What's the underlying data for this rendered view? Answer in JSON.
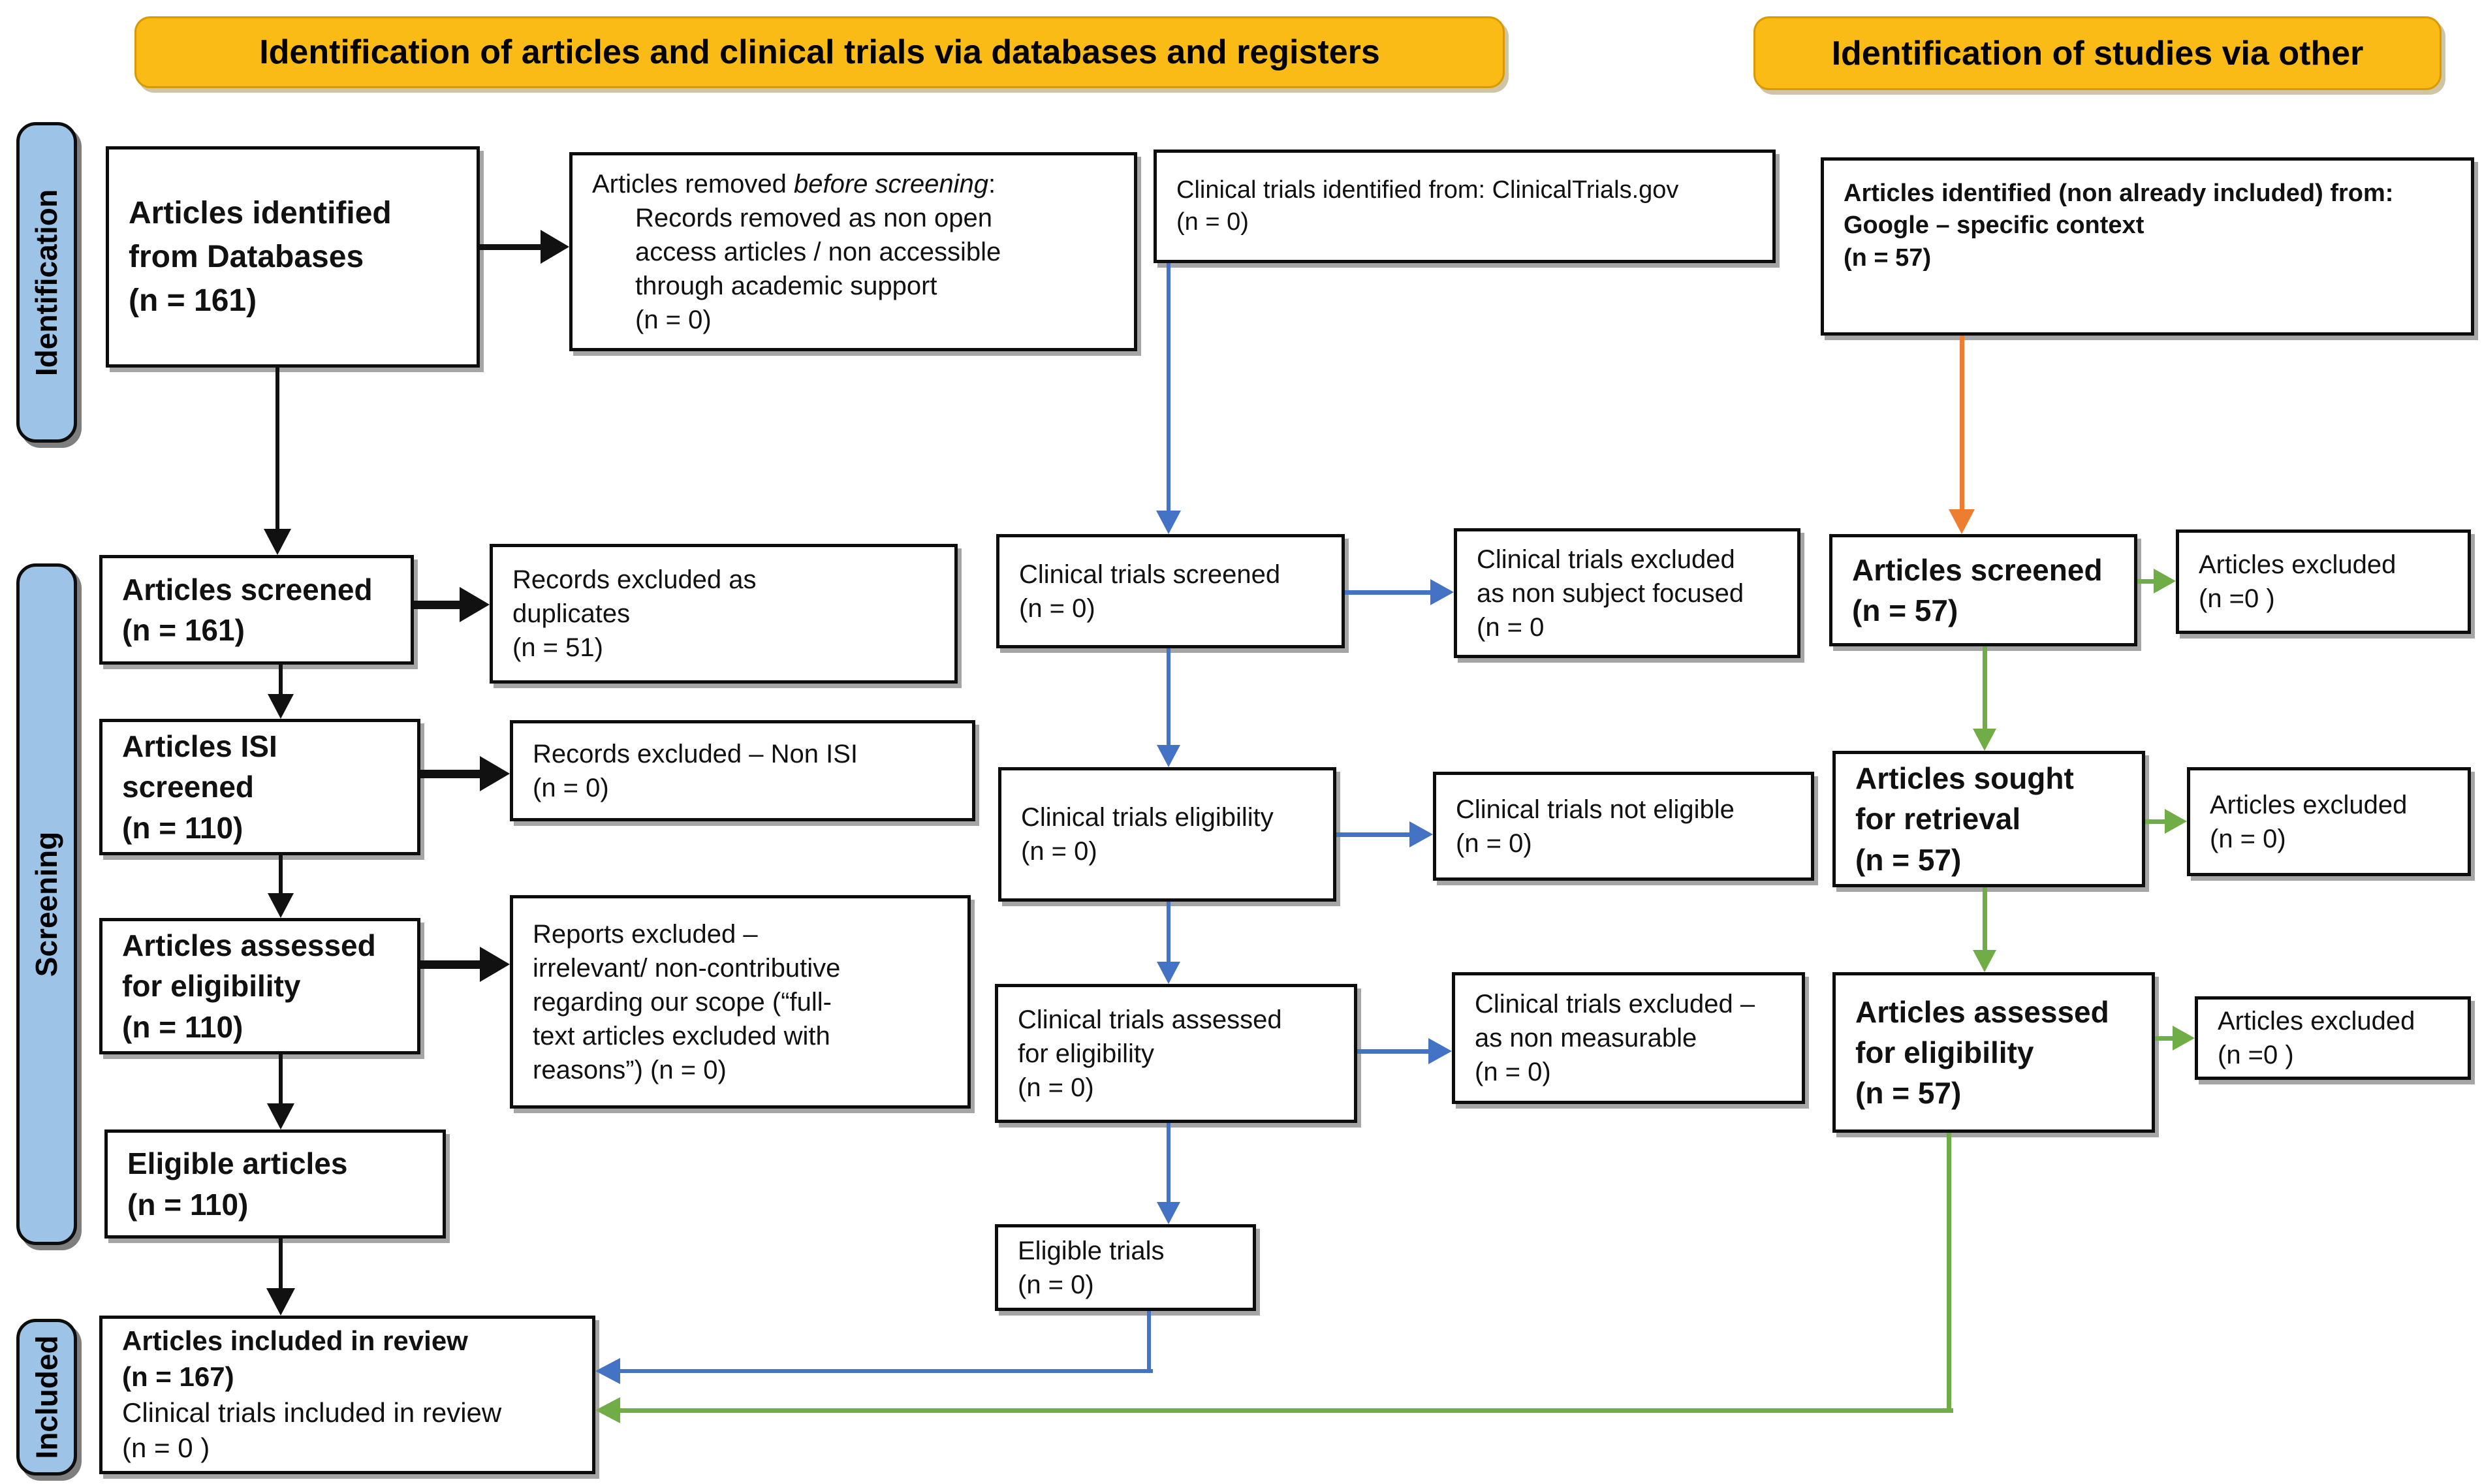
{
  "banners": {
    "left": "Identification of articles and clinical trials via databases and registers",
    "right": "Identification of studies via other"
  },
  "sidebar": {
    "identification": "Identification",
    "screening": "Screening",
    "included": "Included"
  },
  "boxes": {
    "articles_identified": {
      "lines": [
        "Articles identified",
        "from Databases",
        "(n = 161)"
      ]
    },
    "articles_removed": {
      "title_prefix": "Articles removed ",
      "title_italic": "before screening",
      "title_suffix": ":",
      "lines": [
        "Records removed as non open",
        "access articles / non accessible",
        "through academic support",
        "(n = 0)"
      ]
    },
    "trials_identified": {
      "lines": [
        "Clinical trials identified from: ClinicalTrials.gov",
        "(n = 0)"
      ]
    },
    "google_identified": {
      "lines": [
        "Articles identified (non already included) from:",
        "Google – specific context",
        "(n = 57)"
      ]
    },
    "articles_screened": {
      "lines": [
        "Articles screened",
        "(n = 161)"
      ]
    },
    "records_excluded_duplicates": {
      "lines": [
        "Records excluded as",
        "duplicates",
        "(n = 51)"
      ]
    },
    "articles_isi_screened": {
      "lines": [
        "Articles ISI",
        "screened",
        "(n = 110)"
      ]
    },
    "records_excluded_non_isi": {
      "lines": [
        "Records excluded – Non ISI",
        "(n = 0)"
      ]
    },
    "articles_assessed": {
      "lines": [
        "Articles assessed",
        "for eligibility",
        "(n = 110)"
      ]
    },
    "reports_excluded": {
      "lines": [
        "Reports excluded –",
        "irrelevant/ non-contributive",
        "regarding our scope (“full-",
        "text articles excluded with",
        "reasons”) (n = 0)"
      ]
    },
    "eligible_articles": {
      "lines": [
        "Eligible articles",
        "(n = 110)"
      ]
    },
    "included_review": {
      "bold_lines": [
        "Articles included in review",
        "(n = 167)"
      ],
      "normal_lines": [
        "Clinical trials included in review",
        "(n = 0 )"
      ]
    },
    "trials_screened": {
      "lines": [
        "Clinical trials screened",
        "(n = 0)"
      ]
    },
    "trials_excluded_subject": {
      "lines": [
        "Clinical trials excluded",
        "as non subject focused",
        "(n = 0"
      ]
    },
    "trials_eligibility": {
      "lines": [
        "Clinical trials eligibility",
        "(n = 0)"
      ]
    },
    "trials_not_eligible": {
      "lines": [
        "Clinical trials not eligible",
        "(n =  0)"
      ]
    },
    "trials_assessed": {
      "lines": [
        "Clinical trials assessed",
        "for eligibility",
        "(n = 0)"
      ]
    },
    "trials_excluded_measurable": {
      "lines": [
        "Clinical trials excluded –",
        "as non measurable",
        "(n = 0)"
      ]
    },
    "eligible_trials": {
      "lines": [
        "Eligible trials",
        "(n = 0)"
      ]
    },
    "articles_screened_other": {
      "lines": [
        "Articles screened",
        "(n = 57)"
      ]
    },
    "articles_excluded_1": {
      "lines": [
        "Articles excluded",
        "(n =0 )"
      ]
    },
    "articles_sought": {
      "lines": [
        "Articles sought",
        "for retrieval",
        "(n = 57)"
      ]
    },
    "articles_excluded_2": {
      "lines": [
        "Articles excluded",
        "(n = 0)"
      ]
    },
    "articles_assessed_other": {
      "lines": [
        "Articles assessed",
        "for eligibility",
        "(n = 57)"
      ]
    },
    "articles_excluded_3": {
      "lines": [
        "Articles excluded",
        "(n =0 )"
      ]
    }
  },
  "colors": {
    "gold": "#FBBB16",
    "lightblue": "#9DC3E6",
    "blue": "#4472C4",
    "green": "#70AD47",
    "orange": "#ED7D31",
    "ink": "#111111"
  }
}
